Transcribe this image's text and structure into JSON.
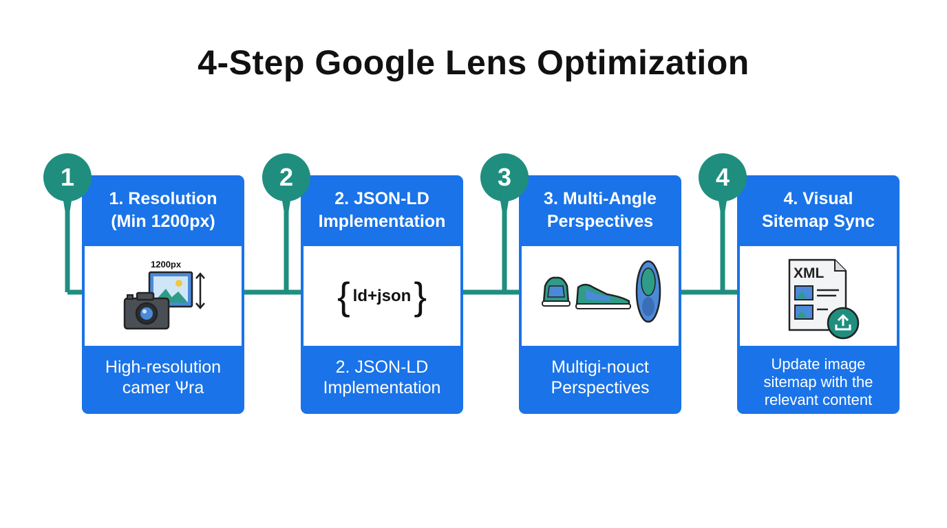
{
  "title": "4-Step Google Lens Optimization",
  "steps": [
    {
      "number": "1",
      "title_line1": "1. Resolution",
      "title_line2": "(Min 1200px)",
      "image_label": "1200px",
      "desc_line1": "High-resolution",
      "desc_line2": "camer Ѱra"
    },
    {
      "number": "2",
      "title_line1": "2. JSON-LD",
      "title_line2": "Implementation",
      "image_label": "ld+json",
      "brace_open": "{",
      "brace_close": "}",
      "desc_line1": "2. JSON-LD",
      "desc_line2": "Implementation"
    },
    {
      "number": "3",
      "title_line1": "3. Multi-Angle",
      "title_line2": "Perspectives",
      "desc_line1": "Multiɡi-nouct",
      "desc_line2": "Perspectives"
    },
    {
      "number": "4",
      "title_line1": "4. Visual",
      "title_line2": "Sitemap Sync",
      "image_label": "XML",
      "desc_line1": "Update image",
      "desc_line2": "sitemap with the",
      "desc_line3": "relevant content"
    }
  ],
  "colors": {
    "card": "#1a73e8",
    "badge": "#1f8e7f",
    "connector": "#1f8e7f",
    "icon_dark": "#4a4f55",
    "icon_teal": "#2e9c86",
    "icon_blue": "#4b8ad8"
  },
  "icons": [
    "camera-icon",
    "picture-frame-icon",
    "height-arrow-icon",
    "sneaker-front-icon",
    "sneaker-side-icon",
    "sneaker-top-icon",
    "xml-document-icon",
    "upload-icon"
  ]
}
